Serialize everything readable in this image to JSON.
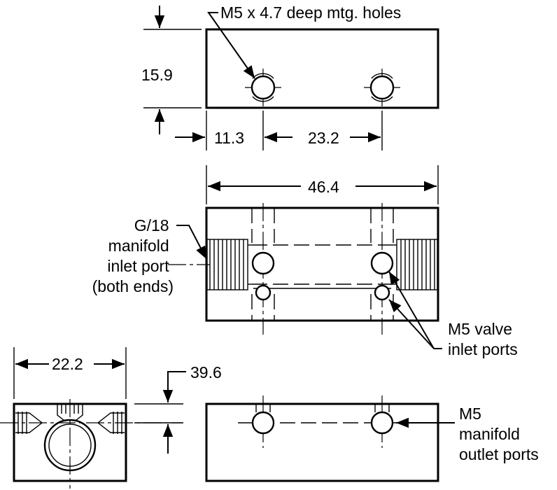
{
  "labels": {
    "mtg_holes": "M5 x 4.7 deep mtg. holes",
    "height": "15.9",
    "offset": "11.3",
    "spacing": "23.2",
    "length": "46.4",
    "inlet_port": [
      "G/18",
      "manifold",
      "inlet port",
      "(both ends)"
    ],
    "valve_ports": [
      "M5 valve",
      "inlet ports"
    ],
    "width": "22.2",
    "outlet_height": "39.6",
    "outlet_ports": [
      "M5",
      "manifold",
      "outlet ports"
    ]
  }
}
